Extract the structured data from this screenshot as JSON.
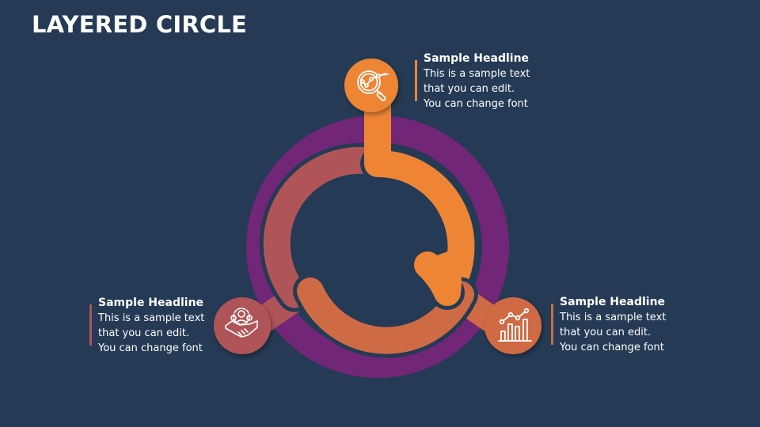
{
  "title": "LAYERED CIRCLE",
  "colors": {
    "background": "#253A54",
    "outer_ring": "#722677",
    "segment_top": "#ED8535",
    "segment_right": "#CF6B44",
    "segment_left": "#AF5558"
  },
  "items": [
    {
      "position": "top",
      "icon": "magnifier-chart-icon",
      "color": "#ED8535",
      "headline": "Sample Headline",
      "lines": [
        "This is a sample text",
        "that you can edit.",
        "You can change font"
      ]
    },
    {
      "position": "bottom-left",
      "icon": "teamwork-handshake-icon",
      "color": "#AF5558",
      "headline": "Sample Headline",
      "lines": [
        "This is a sample text",
        "that you can edit.",
        "You can change font"
      ]
    },
    {
      "position": "bottom-right",
      "icon": "growth-bar-chart-icon",
      "color": "#CF6B44",
      "headline": "Sample Headline",
      "lines": [
        "This is a sample text",
        "that you can edit.",
        "You can change font"
      ]
    }
  ]
}
